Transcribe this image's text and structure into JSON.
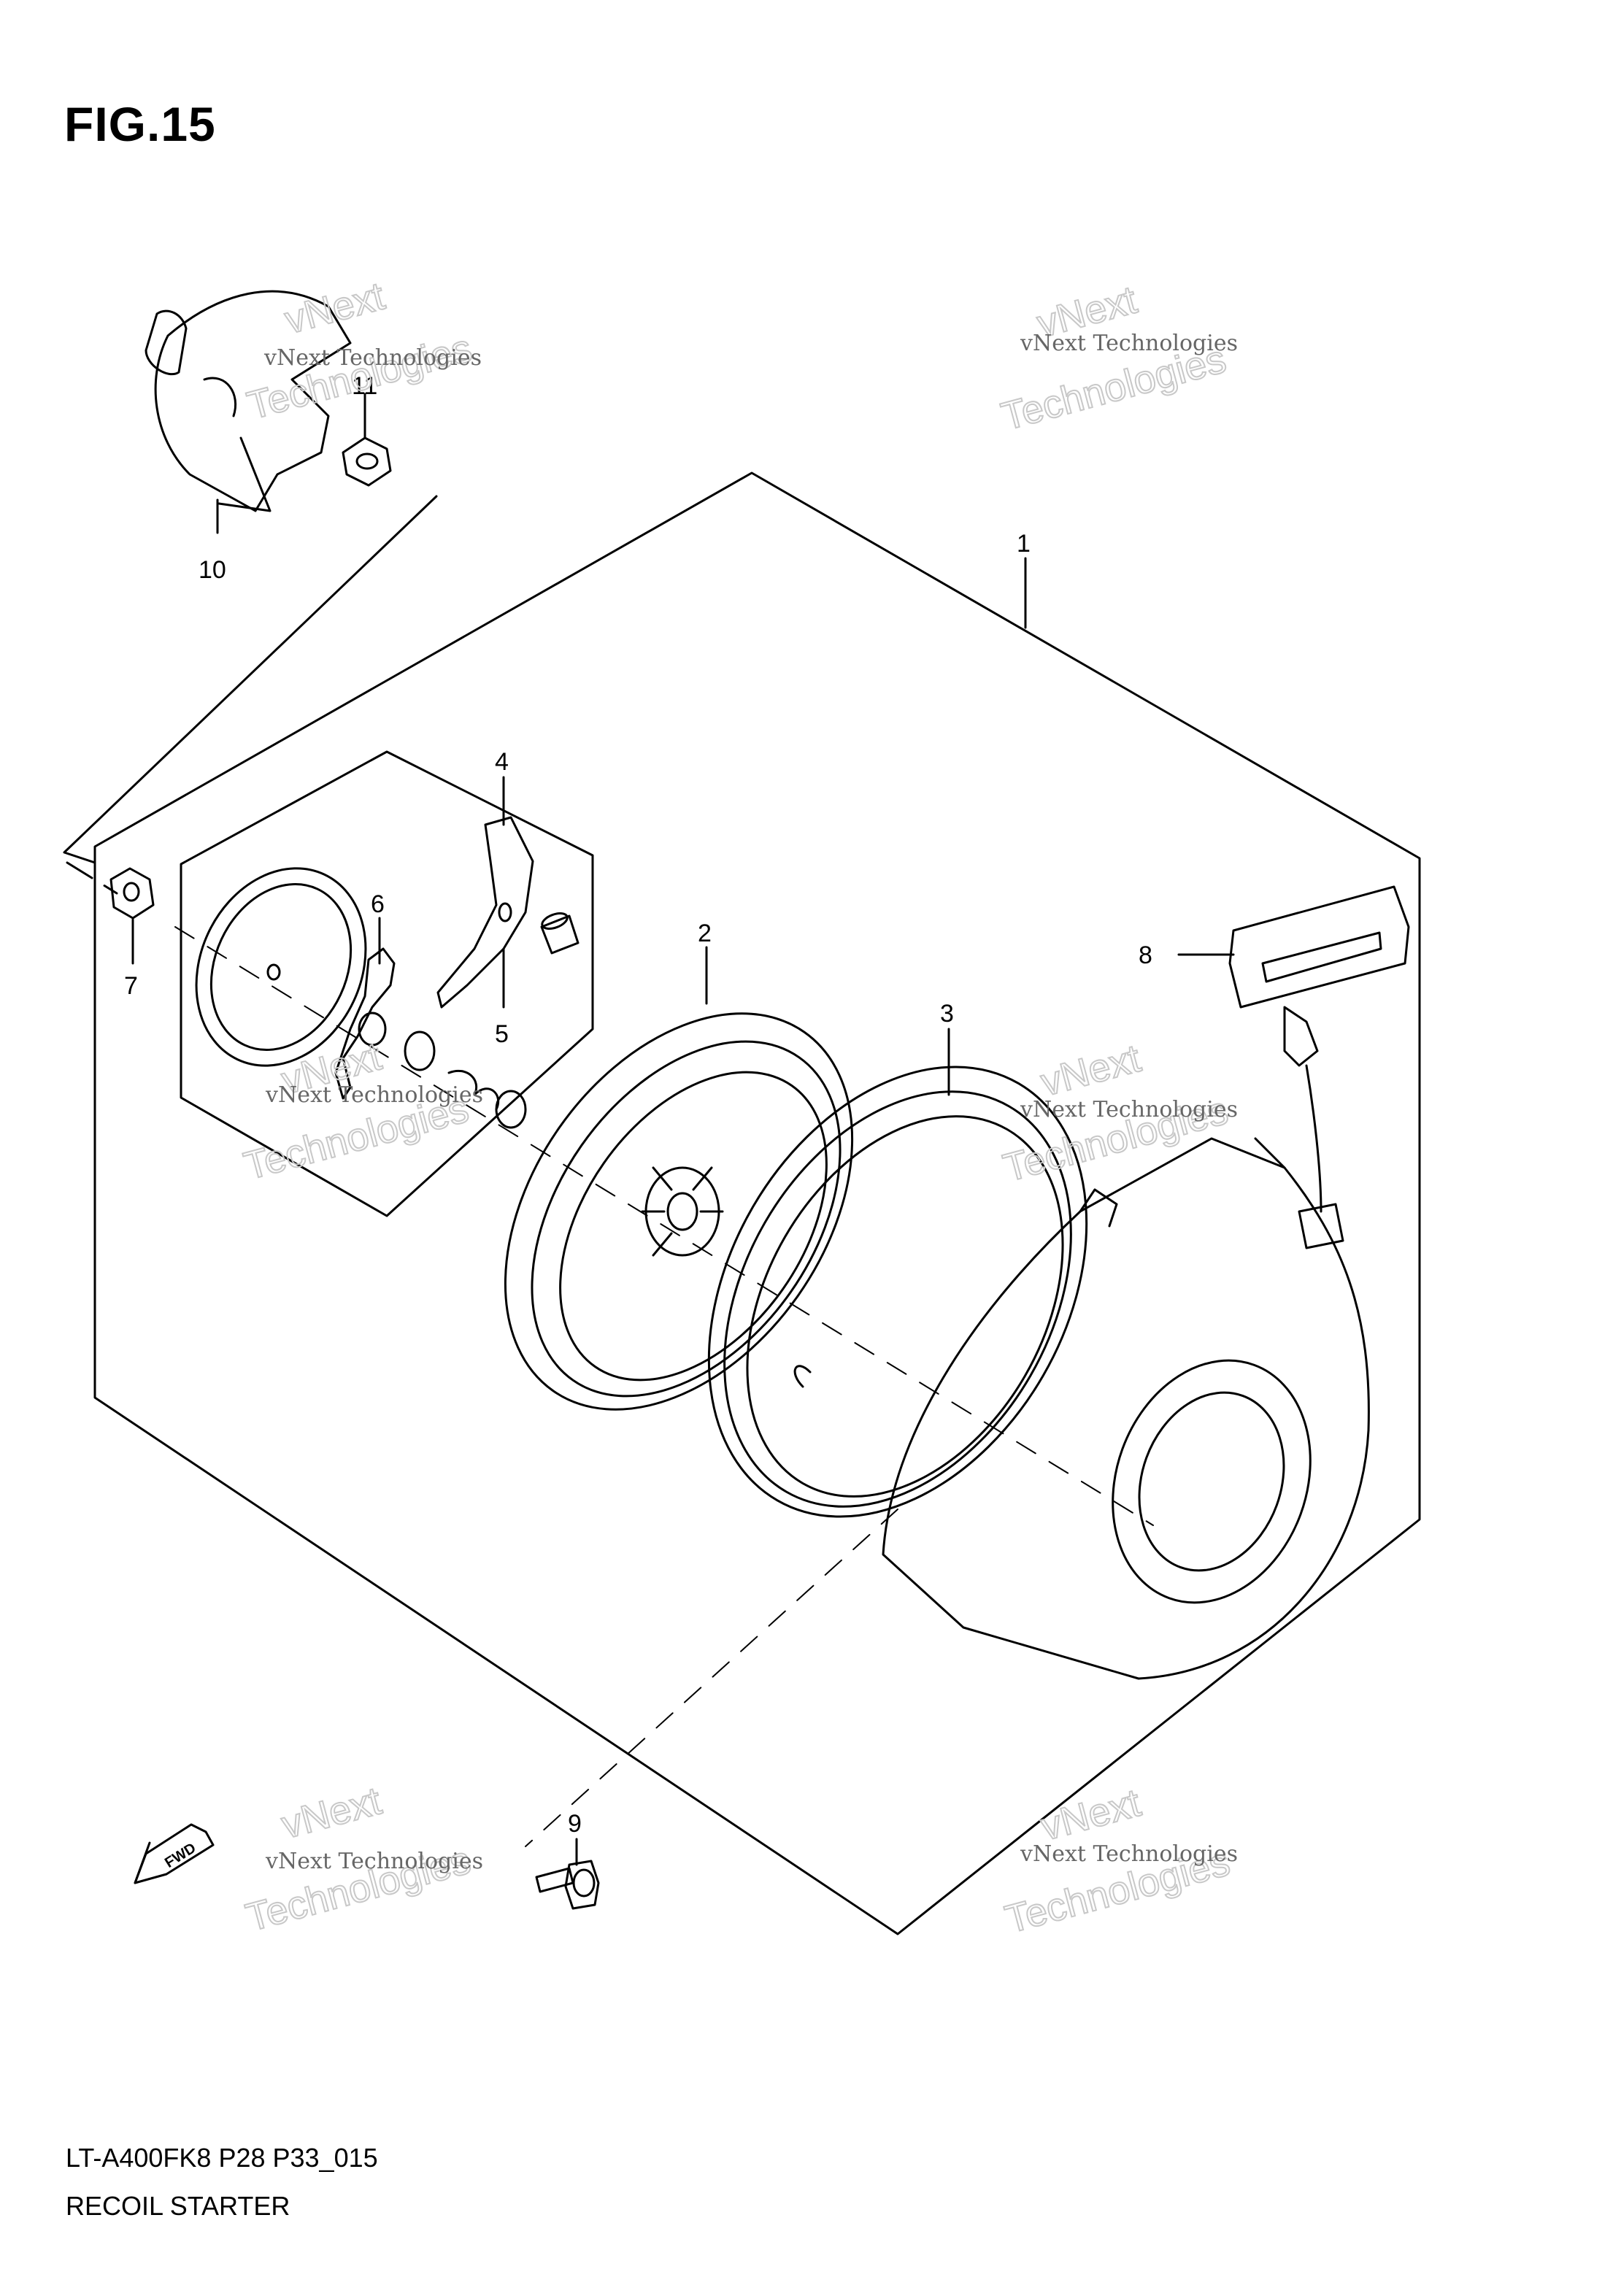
{
  "figure": {
    "title": "FIG.15"
  },
  "callouts": [
    "1",
    "2",
    "3",
    "4",
    "5",
    "6",
    "7",
    "8",
    "9",
    "10",
    "11"
  ],
  "watermark": {
    "line_small": "vNext Technologies",
    "line_big_1": "vNext",
    "line_big_2": "Technologies"
  },
  "fwd_arrow": {
    "label": "FWD"
  },
  "footer": {
    "code": "LT-A400FK8 P28 P33_015",
    "name": "RECOIL STARTER"
  }
}
